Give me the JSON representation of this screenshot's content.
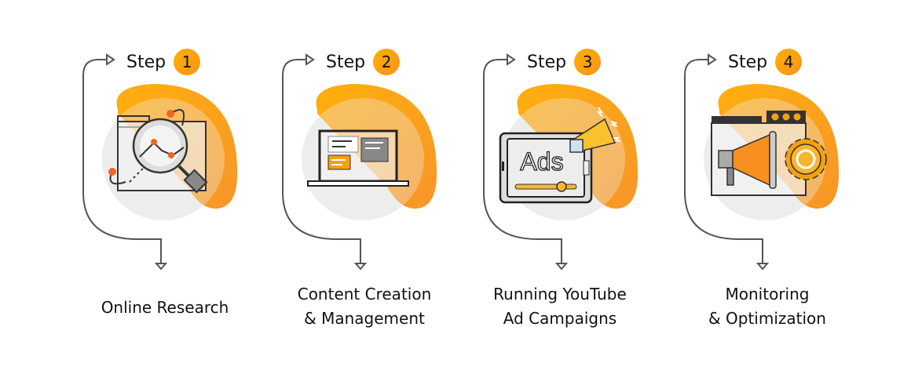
{
  "colors": {
    "orange": "#f7a00f",
    "orange_dark": "#f7931e",
    "gray_circle": "#ececec",
    "line": "#444444",
    "dot": "#f26522"
  },
  "steps": [
    {
      "step_word": "Step",
      "number": "1",
      "label_lines": [
        "Online Research"
      ],
      "icon": "magnifier-folder-icon"
    },
    {
      "step_word": "Step",
      "number": "2",
      "label_lines": [
        "Content Creation",
        "& Management"
      ],
      "icon": "laptop-content-icon"
    },
    {
      "step_word": "Step",
      "number": "3",
      "label_lines": [
        "Running YouTube",
        "Ad Campaigns"
      ],
      "icon": "tablet-ads-megaphone-icon",
      "ads_text": "Ads"
    },
    {
      "step_word": "Step",
      "number": "4",
      "label_lines": [
        "Monitoring",
        "& Optimization"
      ],
      "icon": "browser-megaphone-gear-icon"
    }
  ]
}
